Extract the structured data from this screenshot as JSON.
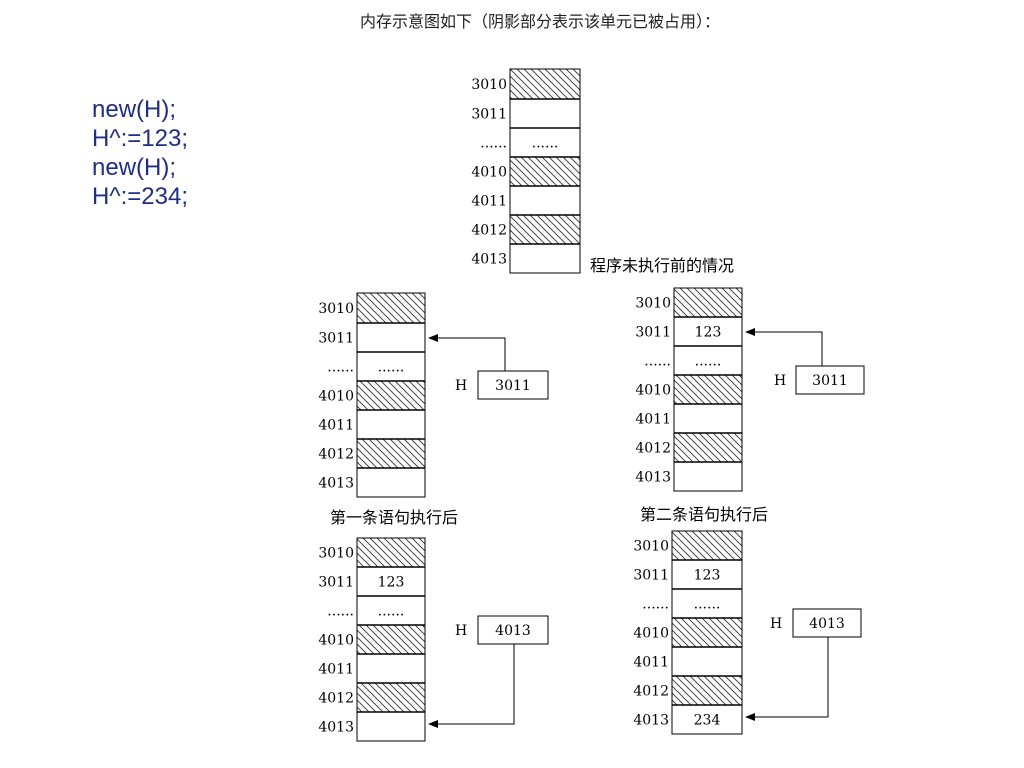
{
  "title": "内存示意图如下（阴影部分表示该单元已被占用）：",
  "code_lines": [
    "new(H);",
    "H^:=123;",
    "new(H);",
    "H^:=234;"
  ],
  "pointer_label": "H",
  "diagrams": [
    {
      "caption": "程序未执行前的情况",
      "cells": [
        {
          "addr": "3010",
          "shaded": true,
          "value": ""
        },
        {
          "addr": "3011",
          "shaded": false,
          "value": ""
        },
        {
          "addr": "......",
          "shaded": false,
          "value": "......"
        },
        {
          "addr": "4010",
          "shaded": true,
          "value": ""
        },
        {
          "addr": "4011",
          "shaded": false,
          "value": ""
        },
        {
          "addr": "4012",
          "shaded": true,
          "value": ""
        },
        {
          "addr": "4013",
          "shaded": false,
          "value": ""
        }
      ]
    },
    {
      "caption": "第一条语句执行后",
      "pointer_value": "3011",
      "cells": [
        {
          "addr": "3010",
          "shaded": true,
          "value": ""
        },
        {
          "addr": "3011",
          "shaded": false,
          "value": ""
        },
        {
          "addr": "......",
          "shaded": false,
          "value": "......"
        },
        {
          "addr": "4010",
          "shaded": true,
          "value": ""
        },
        {
          "addr": "4011",
          "shaded": false,
          "value": ""
        },
        {
          "addr": "4012",
          "shaded": true,
          "value": ""
        },
        {
          "addr": "4013",
          "shaded": false,
          "value": ""
        }
      ]
    },
    {
      "caption": "第二条语句执行后",
      "pointer_value": "3011",
      "cells": [
        {
          "addr": "3010",
          "shaded": true,
          "value": ""
        },
        {
          "addr": "3011",
          "shaded": false,
          "value": "123"
        },
        {
          "addr": "......",
          "shaded": false,
          "value": "......"
        },
        {
          "addr": "4010",
          "shaded": true,
          "value": ""
        },
        {
          "addr": "4011",
          "shaded": false,
          "value": ""
        },
        {
          "addr": "4012",
          "shaded": true,
          "value": ""
        },
        {
          "addr": "4013",
          "shaded": false,
          "value": ""
        }
      ]
    },
    {
      "caption": "",
      "pointer_value": "4013",
      "cells": [
        {
          "addr": "3010",
          "shaded": true,
          "value": ""
        },
        {
          "addr": "3011",
          "shaded": false,
          "value": "123"
        },
        {
          "addr": "......",
          "shaded": false,
          "value": "......"
        },
        {
          "addr": "4010",
          "shaded": true,
          "value": ""
        },
        {
          "addr": "4011",
          "shaded": false,
          "value": ""
        },
        {
          "addr": "4012",
          "shaded": true,
          "value": ""
        },
        {
          "addr": "4013",
          "shaded": false,
          "value": ""
        }
      ]
    },
    {
      "caption": "",
      "pointer_value": "4013",
      "cells": [
        {
          "addr": "3010",
          "shaded": true,
          "value": ""
        },
        {
          "addr": "3011",
          "shaded": false,
          "value": "123"
        },
        {
          "addr": "......",
          "shaded": false,
          "value": "......"
        },
        {
          "addr": "4010",
          "shaded": true,
          "value": ""
        },
        {
          "addr": "4011",
          "shaded": false,
          "value": ""
        },
        {
          "addr": "4012",
          "shaded": true,
          "value": ""
        },
        {
          "addr": "4013",
          "shaded": false,
          "value": "234"
        }
      ]
    }
  ]
}
